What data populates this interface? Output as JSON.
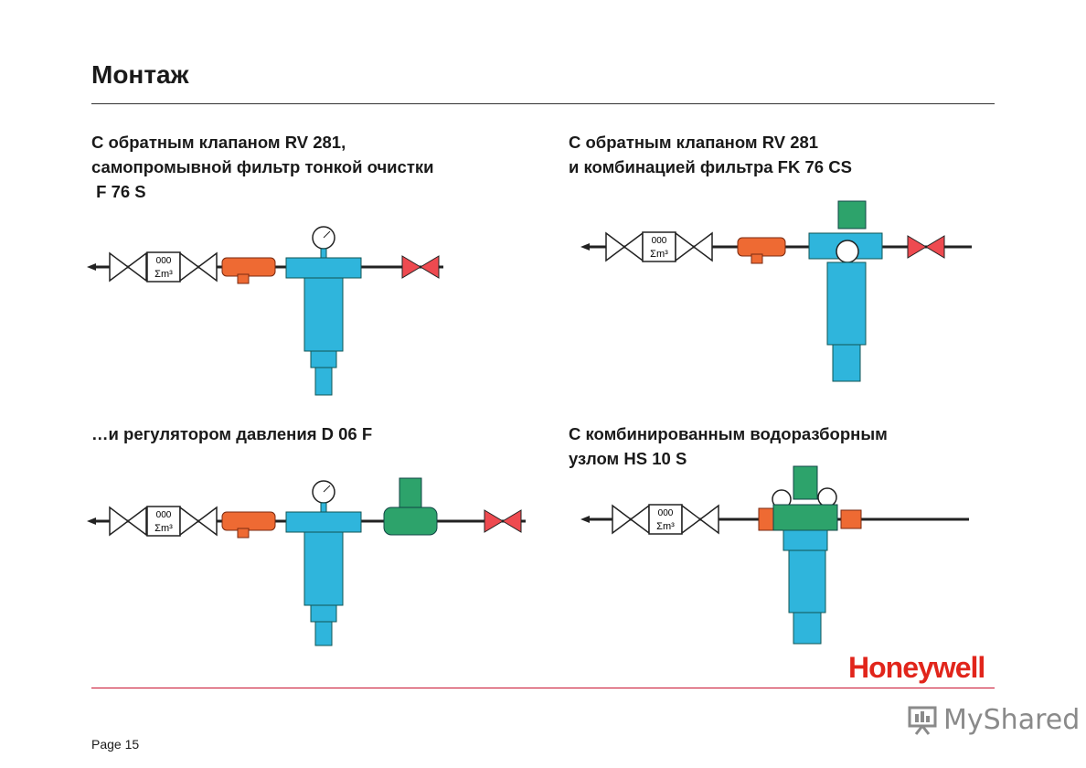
{
  "page_title": "Монтаж",
  "captions": {
    "top_left": [
      "С обратным клапаном RV 281,",
      "самопромывной фильтр тонкой очистки",
      " F 76 S"
    ],
    "top_right": [
      "С обратным клапаном RV 281",
      "и комбинацией фильтра FK 76 CS"
    ],
    "bottom_left": [
      "…и регулятором давления D 06 F"
    ],
    "bottom_right": [
      "С комбинированным водоразборным",
      "узлом HS 10 S"
    ]
  },
  "meter_label": {
    "digits": "000",
    "unit": "Σm³"
  },
  "footer": {
    "page": "Page 15",
    "brand": "Honeywell",
    "watermark": "MyShared"
  },
  "colors": {
    "blue": "#2fb5dc",
    "orange": "#ee6a33",
    "red": "#ee4a50",
    "green": "#2da36b",
    "rule": "#c8102e"
  }
}
